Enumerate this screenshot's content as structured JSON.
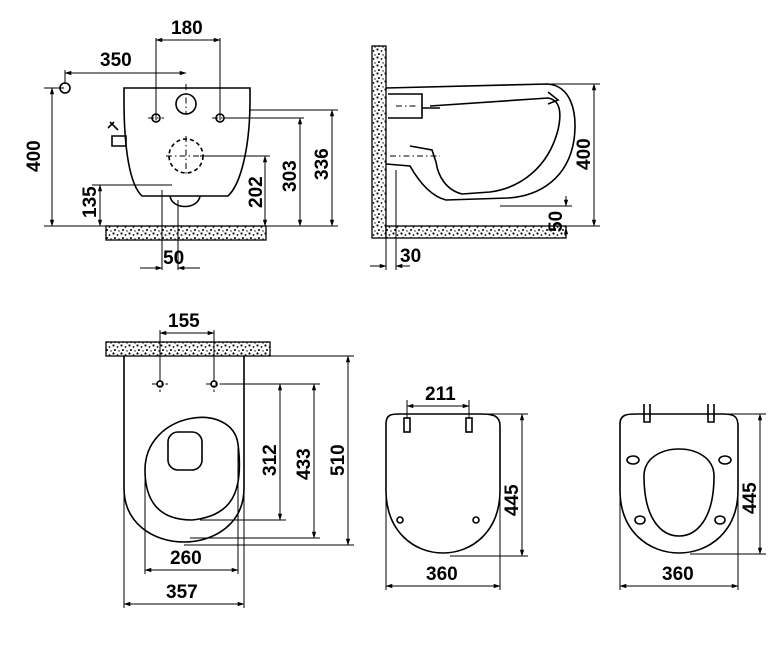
{
  "dimensions": {
    "front_top_width": "180",
    "front_offset": "350",
    "front_height_total": "400",
    "front_outlet_height": "135",
    "front_inlet_height": "202",
    "front_mount_height": "303",
    "front_mount_top": "336",
    "front_outlet_width": "50",
    "side_height": "400",
    "side_rim_gap": "50",
    "side_wall_gap": "30",
    "top_bolt_spacing": "155",
    "top_outlet_dist": "312",
    "top_hole_dist": "433",
    "top_length": "510",
    "top_inner_width": "260",
    "top_width": "357",
    "seat1_hinge_spacing": "211",
    "seat1_length": "445",
    "seat1_width": "360",
    "seat2_length": "445",
    "seat2_width": "360"
  }
}
